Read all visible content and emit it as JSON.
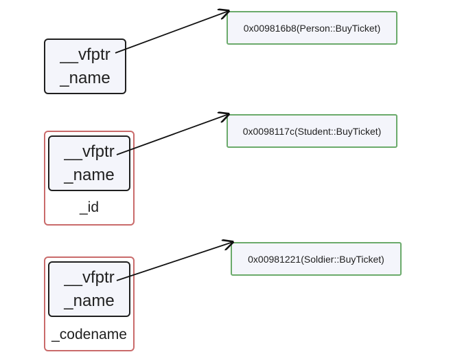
{
  "objects": [
    {
      "fields": [
        "__vfptr",
        "_name"
      ],
      "extra_label": null,
      "vtable_entry": "0x009816b8(Person::BuyTicket)"
    },
    {
      "fields": [
        "__vfptr",
        "_name"
      ],
      "extra_label": "_id",
      "vtable_entry": "0x0098117c(Student::BuyTicket)"
    },
    {
      "fields": [
        "__vfptr",
        "_name"
      ],
      "extra_label": "_codename",
      "vtable_entry": "0x00981221(Soldier::BuyTicket)"
    }
  ],
  "colors": {
    "inner_border": "#1f1f1f",
    "outer_border": "#c96a6a",
    "vtable_border": "#6aaa6a",
    "box_fill": "#f4f5fb"
  }
}
